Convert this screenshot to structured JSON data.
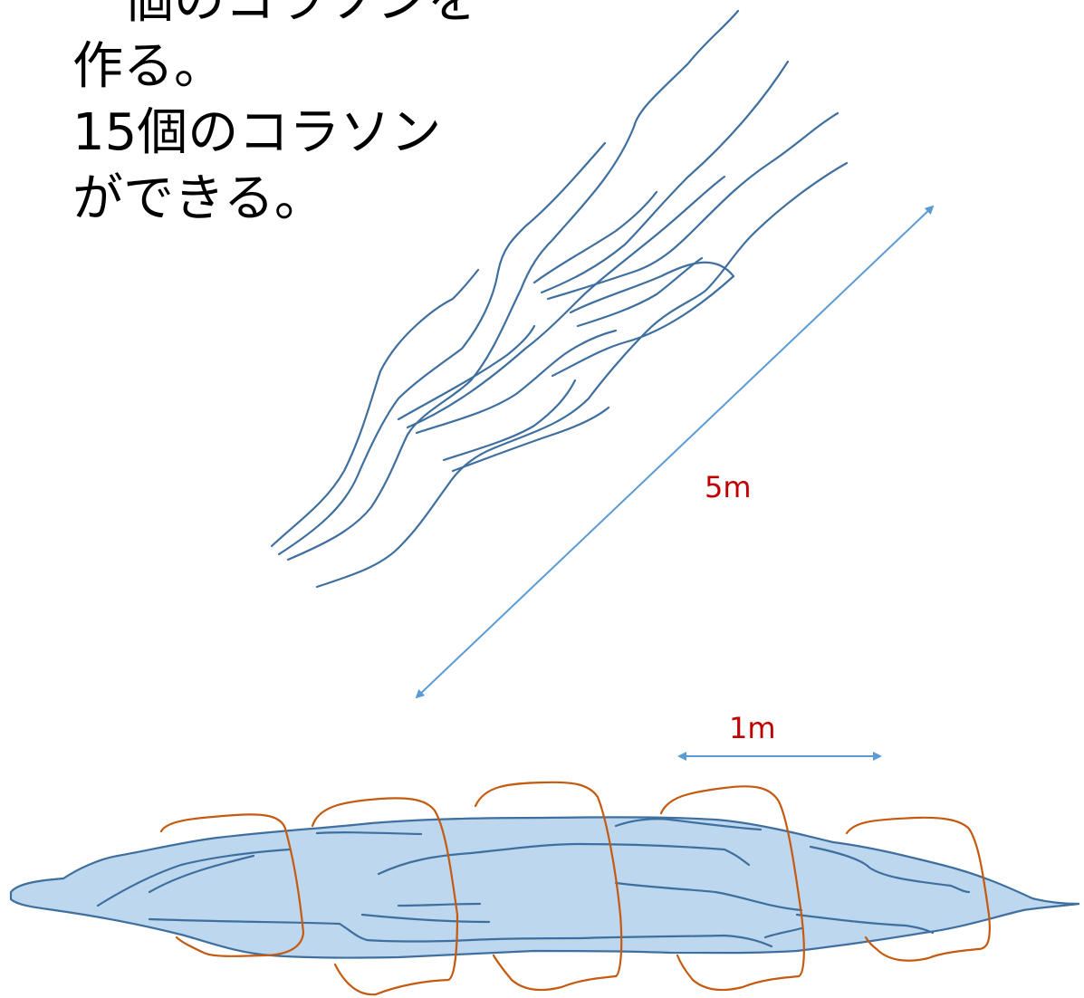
{
  "caption": {
    "lines": [
      "一個のコラソンを",
      "作る。",
      "15個のコラソン",
      "ができる。"
    ]
  },
  "dimensions": {
    "length_label": "5m",
    "segment_label": "1m"
  },
  "colors": {
    "strand": "#3f6f9f",
    "arrow": "#5b9bd5",
    "label": "#c00000",
    "body_fill": "#bdd7ee",
    "wrap": "#c55a11"
  }
}
